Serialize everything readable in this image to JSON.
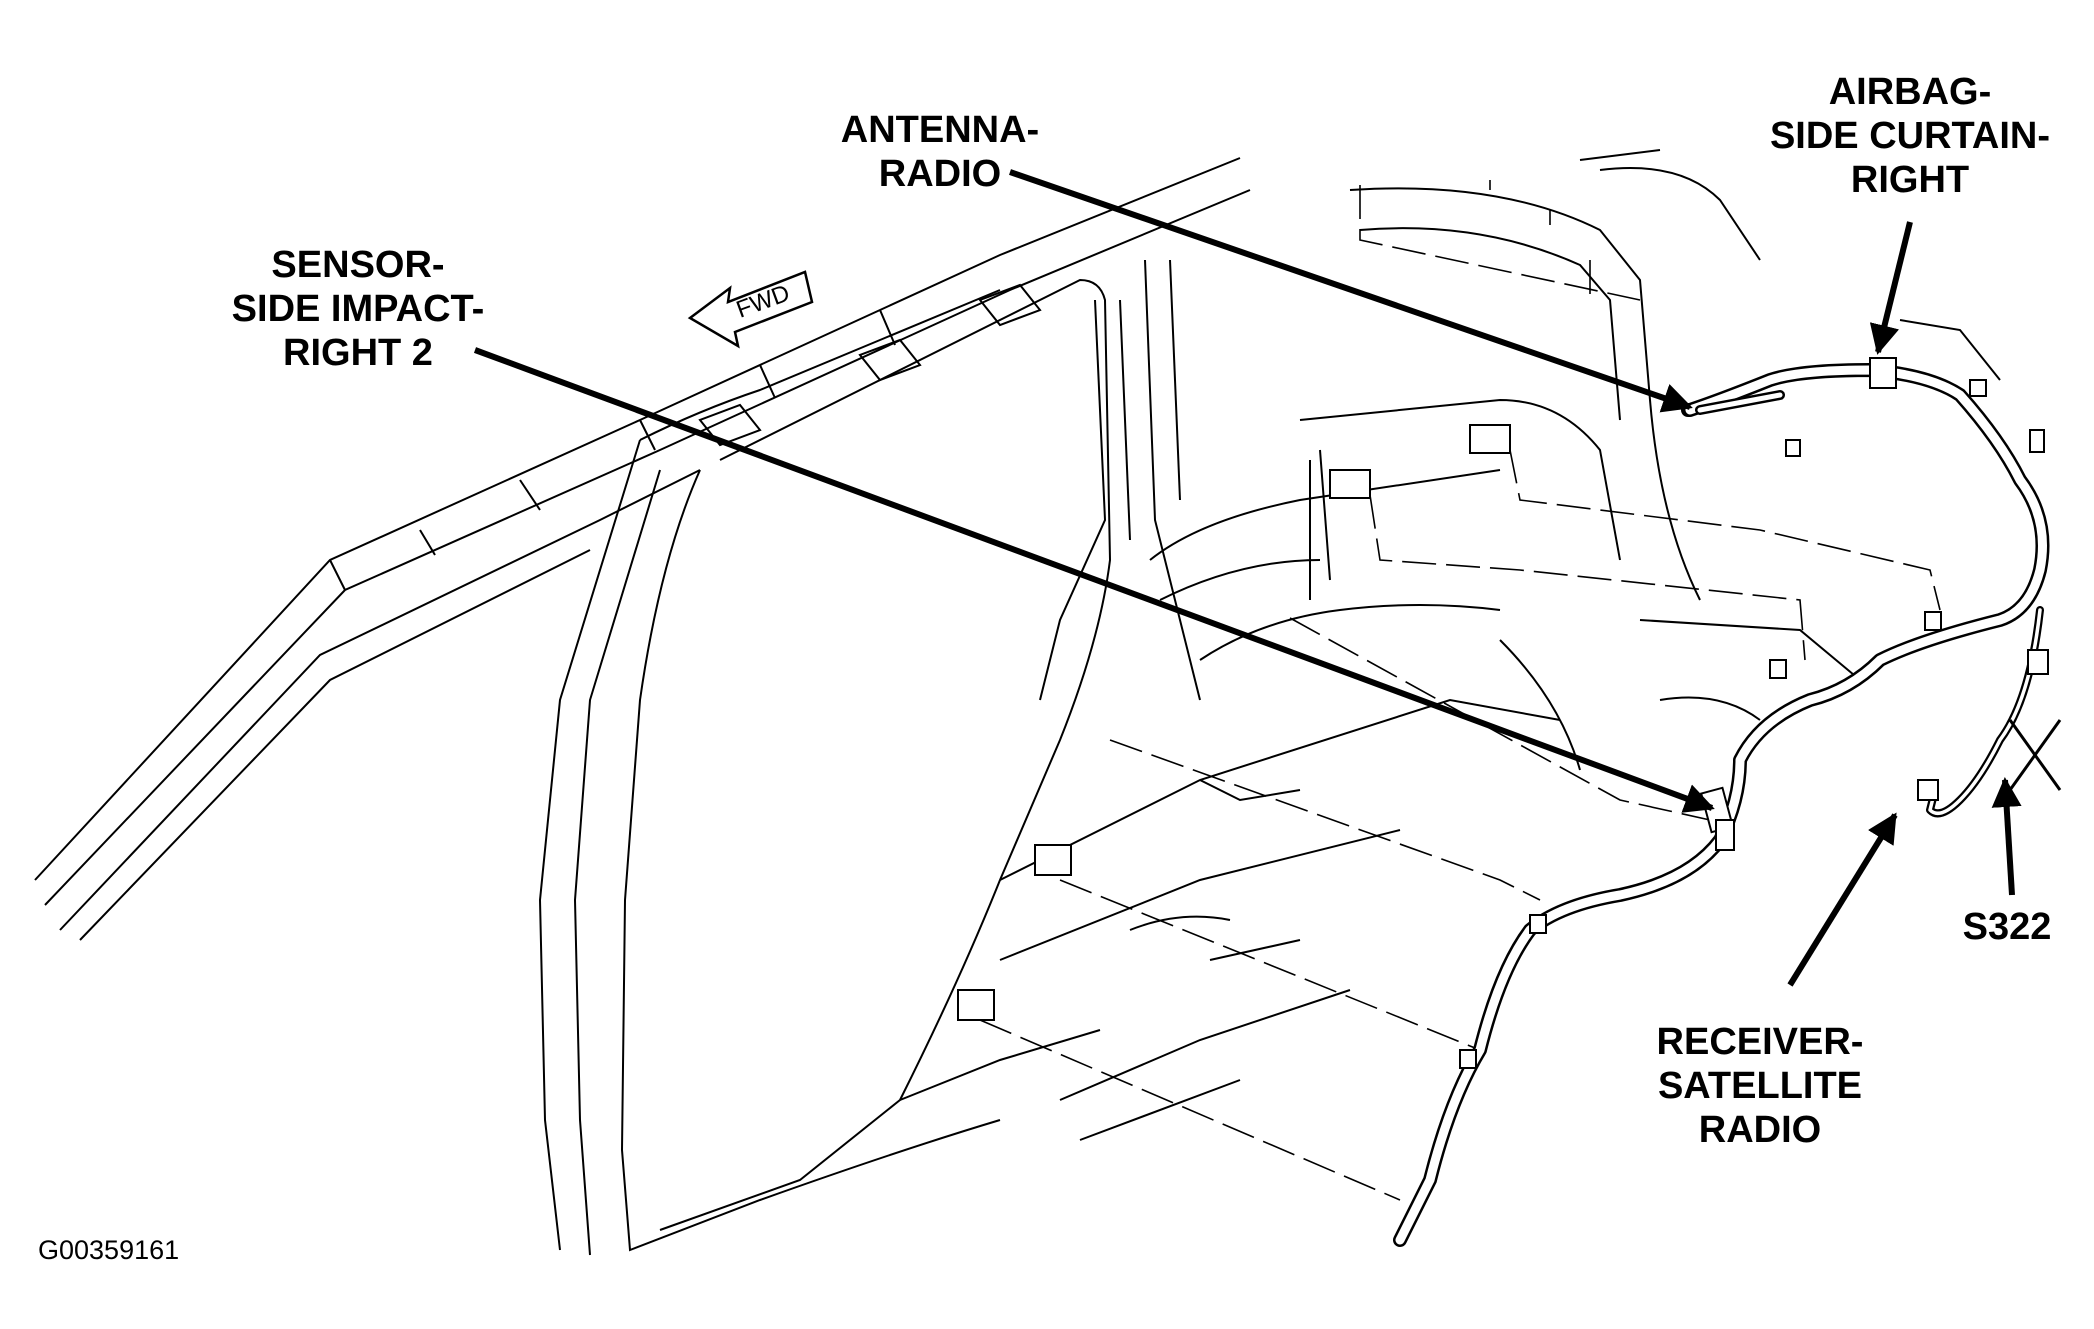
{
  "labels": {
    "antenna": [
      "ANTENNA-",
      "RADIO"
    ],
    "airbag": [
      "AIRBAG-",
      "SIDE CURTAIN-",
      "RIGHT"
    ],
    "sensor": [
      "SENSOR-",
      "SIDE IMPACT-",
      "RIGHT 2"
    ],
    "receiver": [
      "RECEIVER-",
      "SATELLITE",
      "RADIO"
    ],
    "splice": "S322"
  },
  "fwd_arrow": "FWD",
  "figure_id": "G00359161",
  "colors": {
    "ink": "#000000",
    "background": "#ffffff"
  }
}
